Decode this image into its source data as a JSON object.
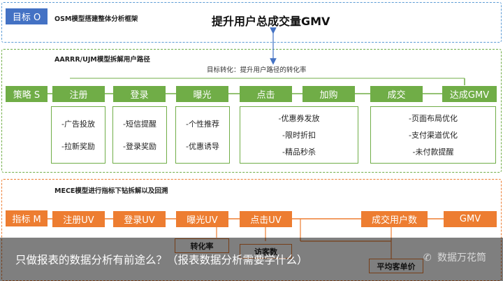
{
  "objective": {
    "tag": "目标 O",
    "title": "OSM模型搭建整体分析框架",
    "goal": "提升用户总成交量GMV"
  },
  "strategy": {
    "tag": "策略 S",
    "title": "AARRR/UJM模型拆解用户路径",
    "goal_note": "目标转化：提升用户路径的转化率",
    "steps": [
      "注册",
      "登录",
      "曝光",
      "点击",
      "加购",
      "成交",
      "达成GMV"
    ],
    "boxes": [
      [
        "-广告投放",
        "-拉新奖励"
      ],
      [
        "-短信提醒",
        "-登录奖励"
      ],
      [
        "-个性推荐",
        "-优惠诱导"
      ],
      [
        "-优惠券发放",
        "-限时折扣",
        "-精品秒杀"
      ],
      [
        "-页面布局优化",
        "-支付渠道优化",
        "-未付款提醒"
      ]
    ]
  },
  "metric": {
    "tag": "指标 M",
    "title": "MECE模型进行指标下钻拆解以及回溯",
    "steps": [
      "注册UV",
      "登录UV",
      "曝光UV",
      "点击UV",
      "成交用户数",
      "GMV"
    ],
    "boxes": [
      "转化率",
      "访客数",
      "平均客单价"
    ]
  },
  "banner": {
    "title": "只做报表的数据分析有前途么？（报表数据分析需要学什么）",
    "watermark": "数据万花筒"
  },
  "colors": {
    "blue": "#4472c4",
    "green": "#70ad47",
    "orange": "#ed7d31"
  },
  "icons": [
    "wechat-icon"
  ]
}
